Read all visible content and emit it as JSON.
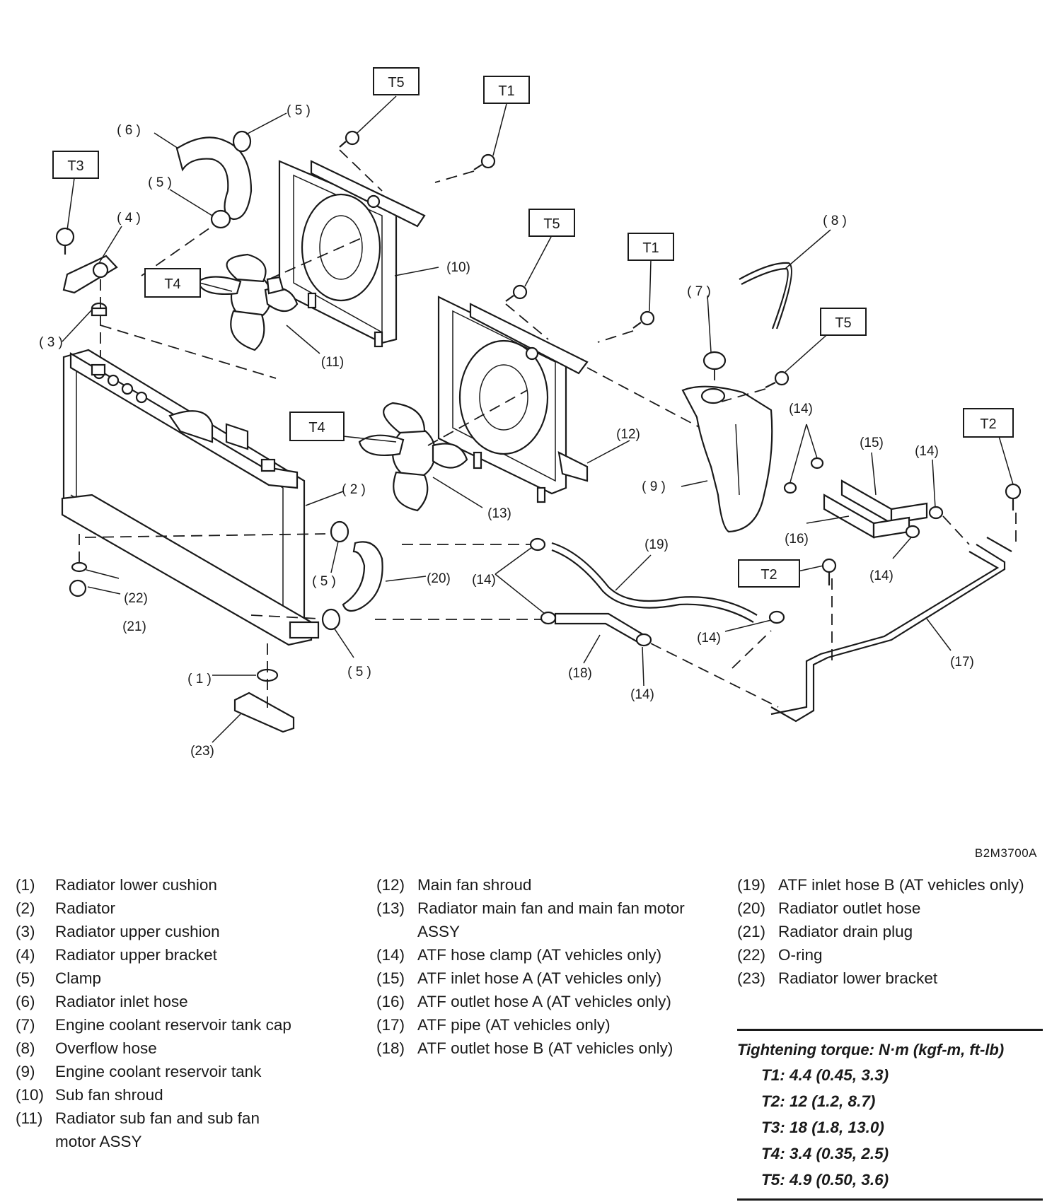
{
  "diagram": {
    "figure_code": "B2M3700A",
    "torque_tags": {
      "t5_sub_bolt": "T5",
      "t1_sub_bolt": "T1",
      "t3_upper_bolt": "T3",
      "t4_sub_fan": "T4",
      "t5_main_bolt": "T5",
      "t1_main_bolt": "T1",
      "t5_tank_bolt": "T5",
      "t4_main_fan": "T4",
      "t2_pipe_right": "T2",
      "t2_pipe_center": "T2"
    },
    "callouts": {
      "c1": "( 1 )",
      "c2": "( 2 )",
      "c3": "( 3 )",
      "c4": "( 4 )",
      "c5_top": "( 5 )",
      "c5_upper_clamp": "( 5 )",
      "c5_mid": "( 5 )",
      "c5_low": "( 5 )",
      "c6": "( 6 )",
      "c7": "( 7 )",
      "c8": "( 8 )",
      "c9": "( 9 )",
      "c10": "(10)",
      "c11": "(11)",
      "c12": "(12)",
      "c13": "(13)",
      "c14_left": "(14)",
      "c14_top": "(14)",
      "c14_right_upper": "(14)",
      "c14_right_lower": "(14)",
      "c14_center": "(14)",
      "c14_bottom": "(14)",
      "c15": "(15)",
      "c16": "(16)",
      "c17": "(17)",
      "c18": "(18)",
      "c19": "(19)",
      "c20": "(20)",
      "c21": "(21)",
      "c22": "(22)",
      "c23": "(23)"
    }
  },
  "legend": {
    "col1": [
      {
        "num": "(1)",
        "text": "Radiator lower cushion"
      },
      {
        "num": "(2)",
        "text": "Radiator"
      },
      {
        "num": "(3)",
        "text": "Radiator upper cushion"
      },
      {
        "num": "(4)",
        "text": "Radiator upper bracket"
      },
      {
        "num": "(5)",
        "text": "Clamp"
      },
      {
        "num": "(6)",
        "text": "Radiator inlet hose"
      },
      {
        "num": "(7)",
        "text": "Engine coolant reservoir tank cap"
      },
      {
        "num": "(8)",
        "text": "Overflow hose"
      },
      {
        "num": "(9)",
        "text": "Engine coolant reservoir tank"
      },
      {
        "num": "(10)",
        "text": "Sub fan shroud"
      },
      {
        "num": "(11)",
        "text": "Radiator sub fan and sub fan motor ASSY"
      }
    ],
    "col2": [
      {
        "num": "(12)",
        "text": "Main fan shroud"
      },
      {
        "num": "(13)",
        "text": "Radiator main fan and main fan motor ASSY"
      },
      {
        "num": "(14)",
        "text": "ATF hose clamp (AT vehicles only)"
      },
      {
        "num": "(15)",
        "text": "ATF inlet hose A (AT vehicles only)"
      },
      {
        "num": "(16)",
        "text": "ATF outlet hose A (AT vehicles only)"
      },
      {
        "num": "(17)",
        "text": "ATF pipe (AT vehicles only)"
      },
      {
        "num": "(18)",
        "text": "ATF outlet hose B (AT vehicles only)"
      }
    ],
    "col3": [
      {
        "num": "(19)",
        "text": "ATF inlet hose B (AT vehicles only)"
      },
      {
        "num": "(20)",
        "text": "Radiator outlet hose"
      },
      {
        "num": "(21)",
        "text": "Radiator drain plug"
      },
      {
        "num": "(22)",
        "text": "O-ring"
      },
      {
        "num": "(23)",
        "text": "Radiator lower bracket"
      }
    ]
  },
  "torque": {
    "title": "Tightening torque: N·m (kgf-m, ft-lb)",
    "rows": [
      "T1: 4.4 (0.45, 3.3)",
      "T2: 12 (1.2, 8.7)",
      "T3: 18 (1.8, 13.0)",
      "T4: 3.4 (0.35, 2.5)",
      "T5: 4.9 (0.50, 3.6)"
    ]
  }
}
